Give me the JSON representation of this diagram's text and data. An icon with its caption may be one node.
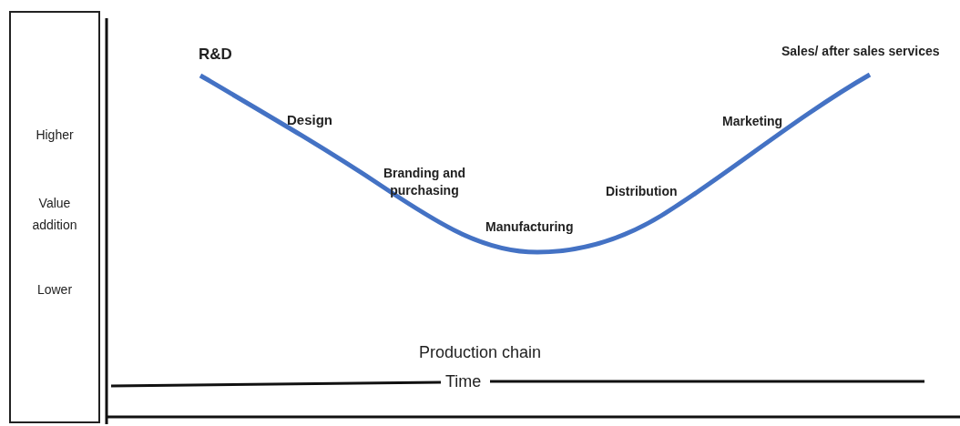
{
  "diagram": {
    "nodes": [
      {
        "text": [
          "Higher",
          "Value addition",
          "Lower"
        ]
      }
    ],
    "labels": [
      "R&D",
      "Design",
      "Branding and purchasing",
      "Manufacturing",
      "Distribution",
      "Marketing",
      "Sales/ after sales services",
      "Production chain",
      "Time"
    ]
  }
}
